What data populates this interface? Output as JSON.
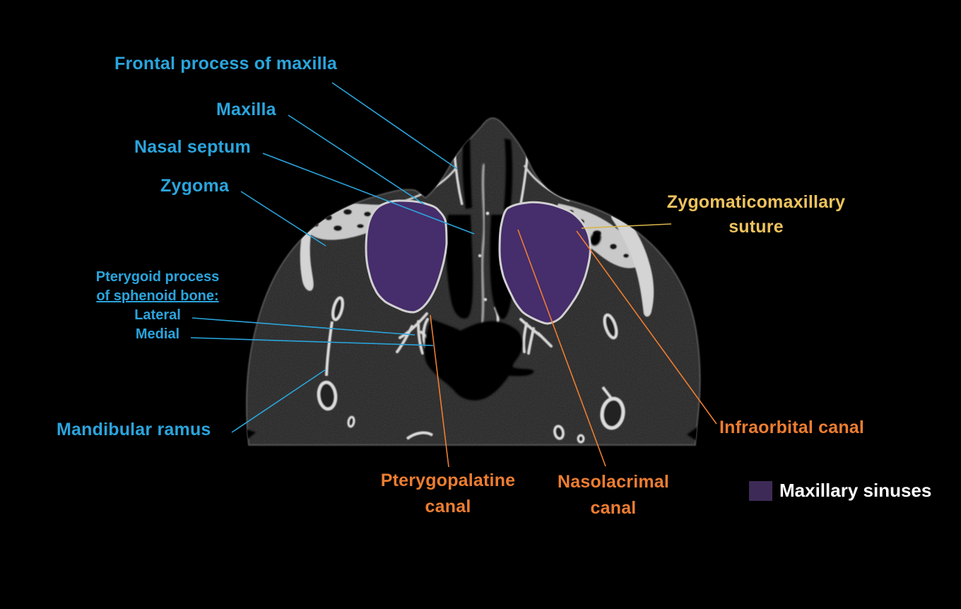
{
  "figure": {
    "description": "Axial CT slice of the midface with annotated anatomy",
    "background_color": "#000000"
  },
  "labels": {
    "frontal_process": "Frontal process of maxilla",
    "maxilla": "Maxilla",
    "nasal_septum": "Nasal septum",
    "zygoma": "Zygoma",
    "pterygoid_line1": "Pterygoid process",
    "pterygoid_line2": "of sphenoid bone:",
    "pterygoid_lateral": "Lateral",
    "pterygoid_medial": "Medial",
    "mandibular_ramus": "Mandibular ramus",
    "zygomaticomaxillary_line1": "Zygomaticomaxillary",
    "zygomaticomaxillary_line2": "suture",
    "infraorbital": "Infraorbital canal",
    "pterygopalatine_line1": "Pterygopalatine",
    "pterygopalatine_line2": "canal",
    "nasolacrimal_line1": "Nasolacrimal",
    "nasolacrimal_line2": "canal"
  },
  "legend": {
    "label": "Maxillary sinuses",
    "swatch_color": "#3e2a57"
  },
  "colors": {
    "label_blue": "#2aa5dd",
    "label_orange": "#ed7d31",
    "label_yellow": "#eec35e",
    "label_white": "#ffffff",
    "sinus_overlay_purple": "#462d6b"
  }
}
